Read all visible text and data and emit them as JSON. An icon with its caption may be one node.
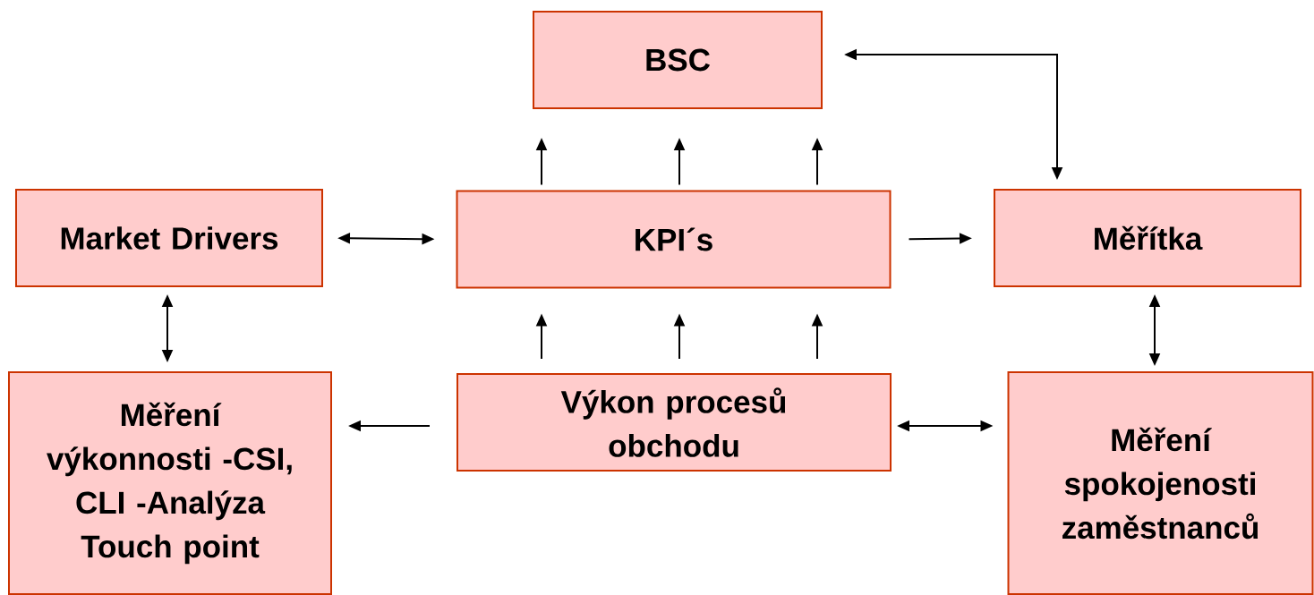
{
  "diagram": {
    "nodes": [
      {
        "text": [
          "BSC"
        ]
      },
      {
        "text": [
          "Market Drivers"
        ]
      },
      {
        "text": [
          "KPI´s"
        ]
      },
      {
        "text": [
          "Měřítka"
        ]
      },
      {
        "text": [
          "Měření výkonnosti -CSI, CLI -Analýza Touch point"
        ]
      },
      {
        "text": [
          "Výkon procesů obchodu"
        ]
      },
      {
        "text": [
          "Měření spokojenosti zaměstnanců"
        ]
      }
    ],
    "edges": [
      {
        "from": 2,
        "to": 0,
        "arrow": "to"
      },
      {
        "from": 2,
        "to": 0,
        "arrow": "to"
      },
      {
        "from": 2,
        "to": 0,
        "arrow": "to"
      },
      {
        "from": 0,
        "to": 3,
        "arrow": "both"
      },
      {
        "from": 1,
        "to": 2,
        "arrow": "both"
      },
      {
        "from": 2,
        "to": 3,
        "arrow": "to"
      },
      {
        "from": 1,
        "to": 4,
        "arrow": "both"
      },
      {
        "from": 3,
        "to": 6,
        "arrow": "both"
      },
      {
        "from": 5,
        "to": 2,
        "arrow": "to"
      },
      {
        "from": 5,
        "to": 2,
        "arrow": "to"
      },
      {
        "from": 5,
        "to": 2,
        "arrow": "to"
      },
      {
        "from": 5,
        "to": 4,
        "arrow": "to"
      },
      {
        "from": 5,
        "to": 6,
        "arrow": "both"
      }
    ]
  }
}
